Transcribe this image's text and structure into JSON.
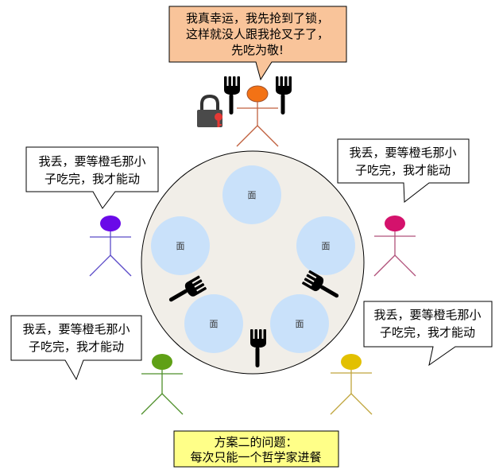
{
  "top_bubble": {
    "lines": [
      "我真幸运，我先抢到了锁，",
      "这样就没人跟我抢叉子了，",
      "先吃为敬!"
    ],
    "fill": "#F9C49A"
  },
  "waiting_bubbles": [
    {
      "id": "left-top",
      "lines": [
        "我丢，要等橙毛那小",
        "子吃完，我才能动"
      ]
    },
    {
      "id": "right-top",
      "lines": [
        "我丢，要等橙毛那小",
        "子吃完，我才能动"
      ]
    },
    {
      "id": "left-bottom",
      "lines": [
        "我丢，要等橙毛那小",
        "子吃完，我才能动"
      ]
    },
    {
      "id": "right-bottom",
      "lines": [
        "我丢，要等橙毛那小",
        "子吃完，我才能动"
      ]
    }
  ],
  "plate_label": "面",
  "plates": [
    "面",
    "面",
    "面",
    "面",
    "面"
  ],
  "philosophers": [
    {
      "id": "orange",
      "head": "#F37215",
      "body": "#C0603E"
    },
    {
      "id": "purple",
      "head": "#6A0AE8",
      "body": "#5B4BC8"
    },
    {
      "id": "magenta",
      "head": "#D4126C",
      "body": "#B0507A"
    },
    {
      "id": "green",
      "head": "#5FA016",
      "body": "#4E8F2A"
    },
    {
      "id": "yellow",
      "head": "#E2C000",
      "body": "#C0A53C"
    }
  ],
  "caption": {
    "lines": [
      "方案二的问题：",
      "每次只能一个哲学家进餐"
    ],
    "fill": "#FFFF88"
  },
  "icons": [
    "lock-icon",
    "fork-icon"
  ]
}
